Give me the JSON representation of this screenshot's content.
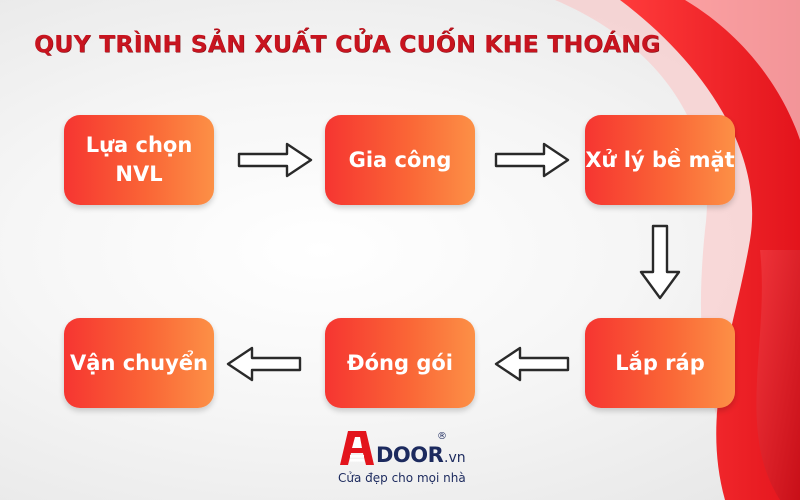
{
  "title": "QUY TRÌNH SẢN XUẤT CỬA CUỐN KHE THOÁNG",
  "colors": {
    "title": "#c8141f",
    "box_start": "#f63531",
    "box_end": "#fc9046",
    "accent_red": "#e8141c",
    "logo_navy": "#1c2a5e"
  },
  "steps": [
    {
      "label": "Lựa chọn NVL"
    },
    {
      "label": "Gia công"
    },
    {
      "label": "Xử lý bề mặt"
    },
    {
      "label": "Lắp ráp"
    },
    {
      "label": "Đóng gói"
    },
    {
      "label": "Vận chuyển"
    }
  ],
  "arrows": [
    {
      "from": "Lựa chọn NVL",
      "to": "Gia công",
      "icon": "arrow-right-icon"
    },
    {
      "from": "Gia công",
      "to": "Xử lý bề mặt",
      "icon": "arrow-right-icon"
    },
    {
      "from": "Xử lý bề mặt",
      "to": "Lắp ráp",
      "icon": "arrow-down-icon"
    },
    {
      "from": "Lắp ráp",
      "to": "Đóng gói",
      "icon": "arrow-left-icon"
    },
    {
      "from": "Đóng gói",
      "to": "Vận chuyển",
      "icon": "arrow-left-icon"
    }
  ],
  "logo": {
    "wordmark": "DOOR",
    "registered": "®",
    "domain_suffix": ".vn",
    "tagline": "Cửa đẹp cho mọi nhà",
    "icon": "adoor-logo-icon"
  }
}
